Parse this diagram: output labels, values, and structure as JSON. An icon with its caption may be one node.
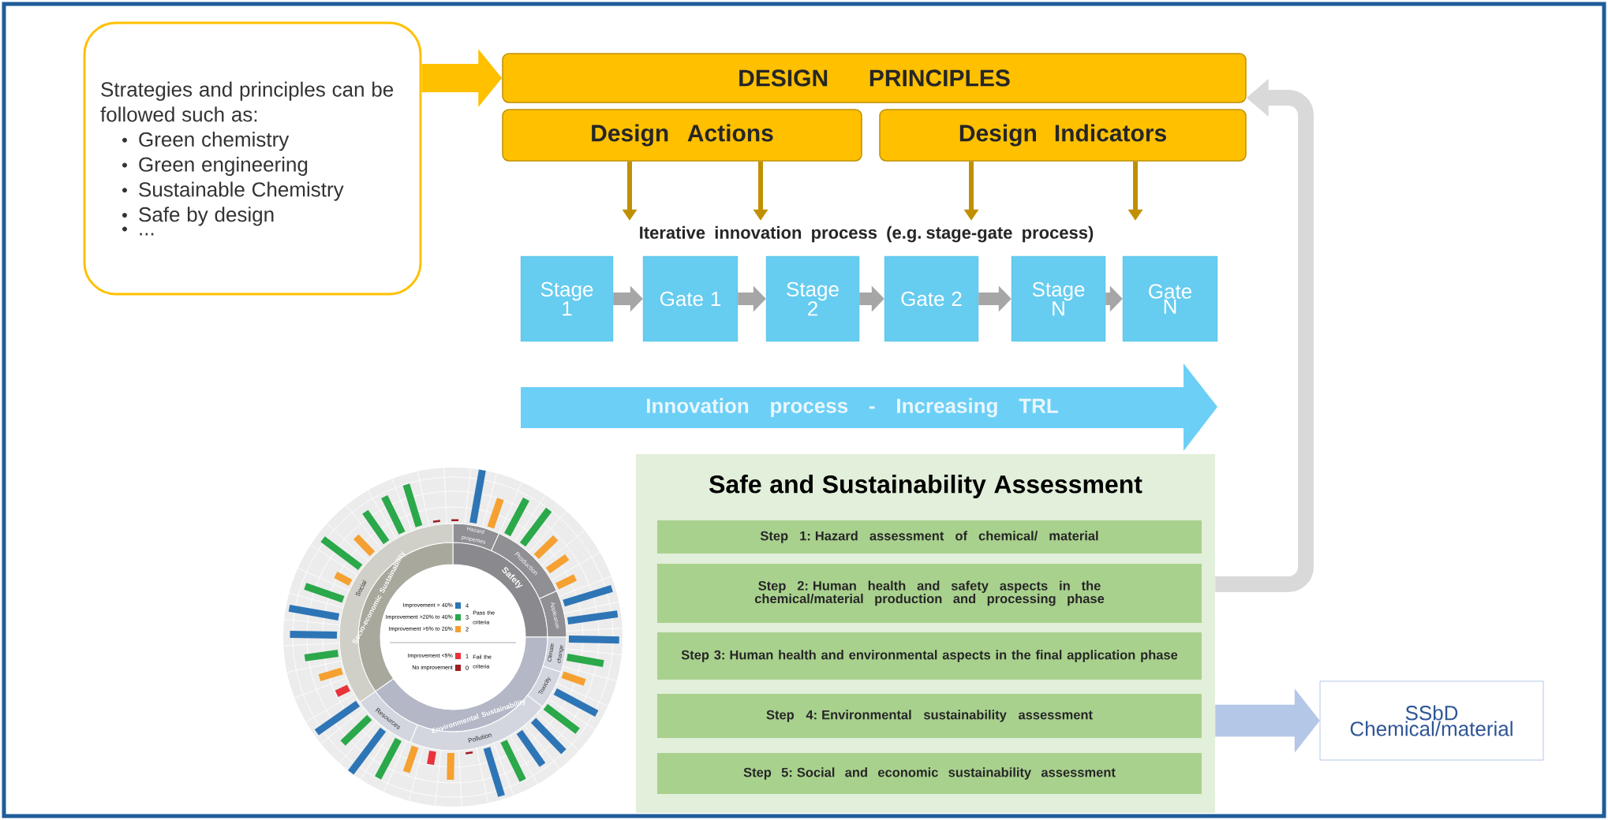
{
  "diagram": {
    "nodes": [
      {
        "text": [
          "Strategies and principles can be followed such as:",
          "Green chemistry",
          "Green engineering",
          "Sustainable Chemistry",
          "Safe by design",
          "..."
        ]
      },
      {
        "text": [
          "DESIGN PRINCIPLES"
        ]
      },
      {
        "text": [
          "Design Actions"
        ]
      },
      {
        "text": [
          "Design Indicators"
        ]
      },
      {
        "text": [
          "Iterative innovation process (e.g. stage-gate process)"
        ]
      },
      {
        "text": [
          "Stage 1"
        ]
      },
      {
        "text": [
          "Gate 1"
        ]
      },
      {
        "text": [
          "Stage 2"
        ]
      },
      {
        "text": [
          "Gate 2"
        ]
      },
      {
        "text": [
          "Stage N"
        ]
      },
      {
        "text": [
          "Gate N"
        ]
      },
      {
        "text": [
          "Innovation process - Increasing TRL"
        ]
      },
      {
        "text": [
          "Safe and Sustainability Assessment"
        ]
      },
      {
        "text": [
          "Step 1: Hazard assessment of chemical/ material"
        ],
        "in": 12
      },
      {
        "text": [
          "Step 2: Human health and safety aspects in the chemical/material production and processing phase"
        ],
        "in": 12
      },
      {
        "text": [
          "Step 3: Human health and environmental aspects in the final application phase"
        ],
        "in": 12
      },
      {
        "text": [
          "Step 4: Environmental sustainability assessment"
        ],
        "in": 12
      },
      {
        "text": [
          "Step 5: Social and economic sustainability assessment"
        ],
        "in": 12
      },
      {
        "text": [
          "SSbD Chemical/material"
        ]
      }
    ],
    "edges": [
      {
        "from": 0,
        "to": 1,
        "arrow": "to",
        "style": "thick",
        "color": "#ffc000"
      },
      {
        "from": 2,
        "to": 4,
        "arrow": "to",
        "color": "#c09000"
      },
      {
        "from": 2,
        "to": 4,
        "arrow": "to",
        "color": "#c09000"
      },
      {
        "from": 3,
        "to": 4,
        "arrow": "to",
        "color": "#c09000"
      },
      {
        "from": 3,
        "to": 4,
        "arrow": "to",
        "color": "#c09000"
      },
      {
        "from": 5,
        "to": 6,
        "arrow": "to"
      },
      {
        "from": 6,
        "to": 7,
        "arrow": "to"
      },
      {
        "from": 7,
        "to": 8,
        "arrow": "to"
      },
      {
        "from": 8,
        "to": 9,
        "arrow": "to"
      },
      {
        "from": 9,
        "to": 10,
        "arrow": "to"
      },
      {
        "from": 12,
        "to": 1,
        "arrow": "to",
        "color": "#d9d9d9"
      },
      {
        "from": 12,
        "to": 18,
        "arrow": "to",
        "style": "thick",
        "color": "#b4c7e7"
      }
    ],
    "labels": [
      "Hazard properties",
      "Social",
      "Safety",
      "Production",
      "Socio-economic Sustainability",
      "Application",
      "Climate change",
      "Toxicity",
      "Resources",
      "Environmental Sustainability",
      "Pollution",
      "4",
      "3",
      "2",
      "Pass the criteria",
      "1",
      "0",
      "Fail the criteria"
    ],
    "legend": [
      {
        "text": "Improvement > 40%",
        "color": "#2e75b6"
      },
      {
        "text": "Improvement >20% to 40%",
        "color": "#2aa84a"
      },
      {
        "text": "Improvement >5% to 20%",
        "color": "#f5a030"
      },
      {
        "text": "Improvement <5%",
        "color": "#e8333a"
      },
      {
        "text": "No improvement",
        "color": "#a01c20"
      }
    ]
  }
}
